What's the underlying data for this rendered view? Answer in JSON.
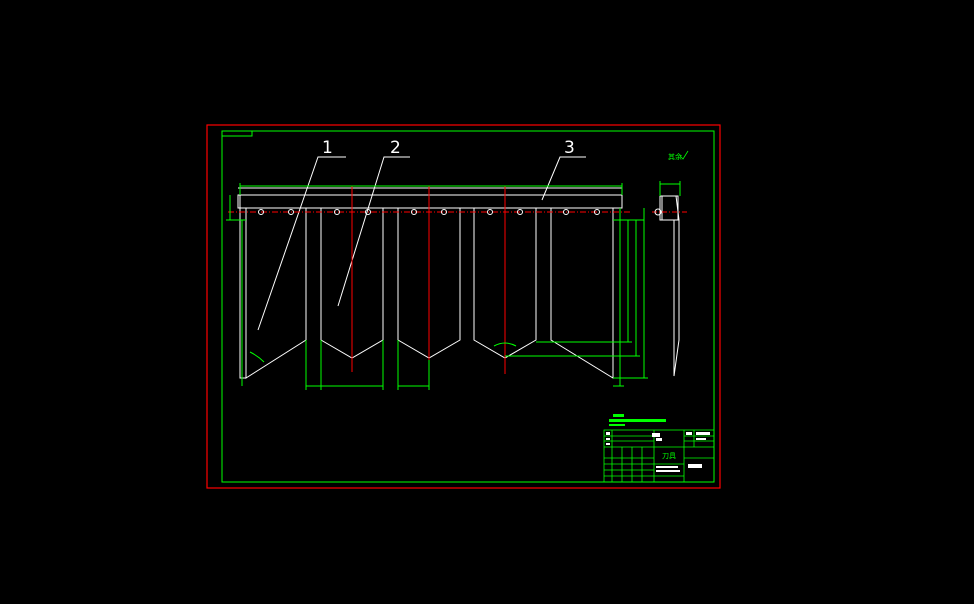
{
  "drawing": {
    "callouts": [
      "1",
      "2",
      "3"
    ],
    "side_note": "其余",
    "title_block_main": "刀具",
    "colors": {
      "background": "#000000",
      "outer_border": "#ff0000",
      "inner_frame": "#00ff00",
      "part_outline": "#ffffff",
      "centerline": "#ff0000",
      "dimension": "#00ff00"
    }
  }
}
